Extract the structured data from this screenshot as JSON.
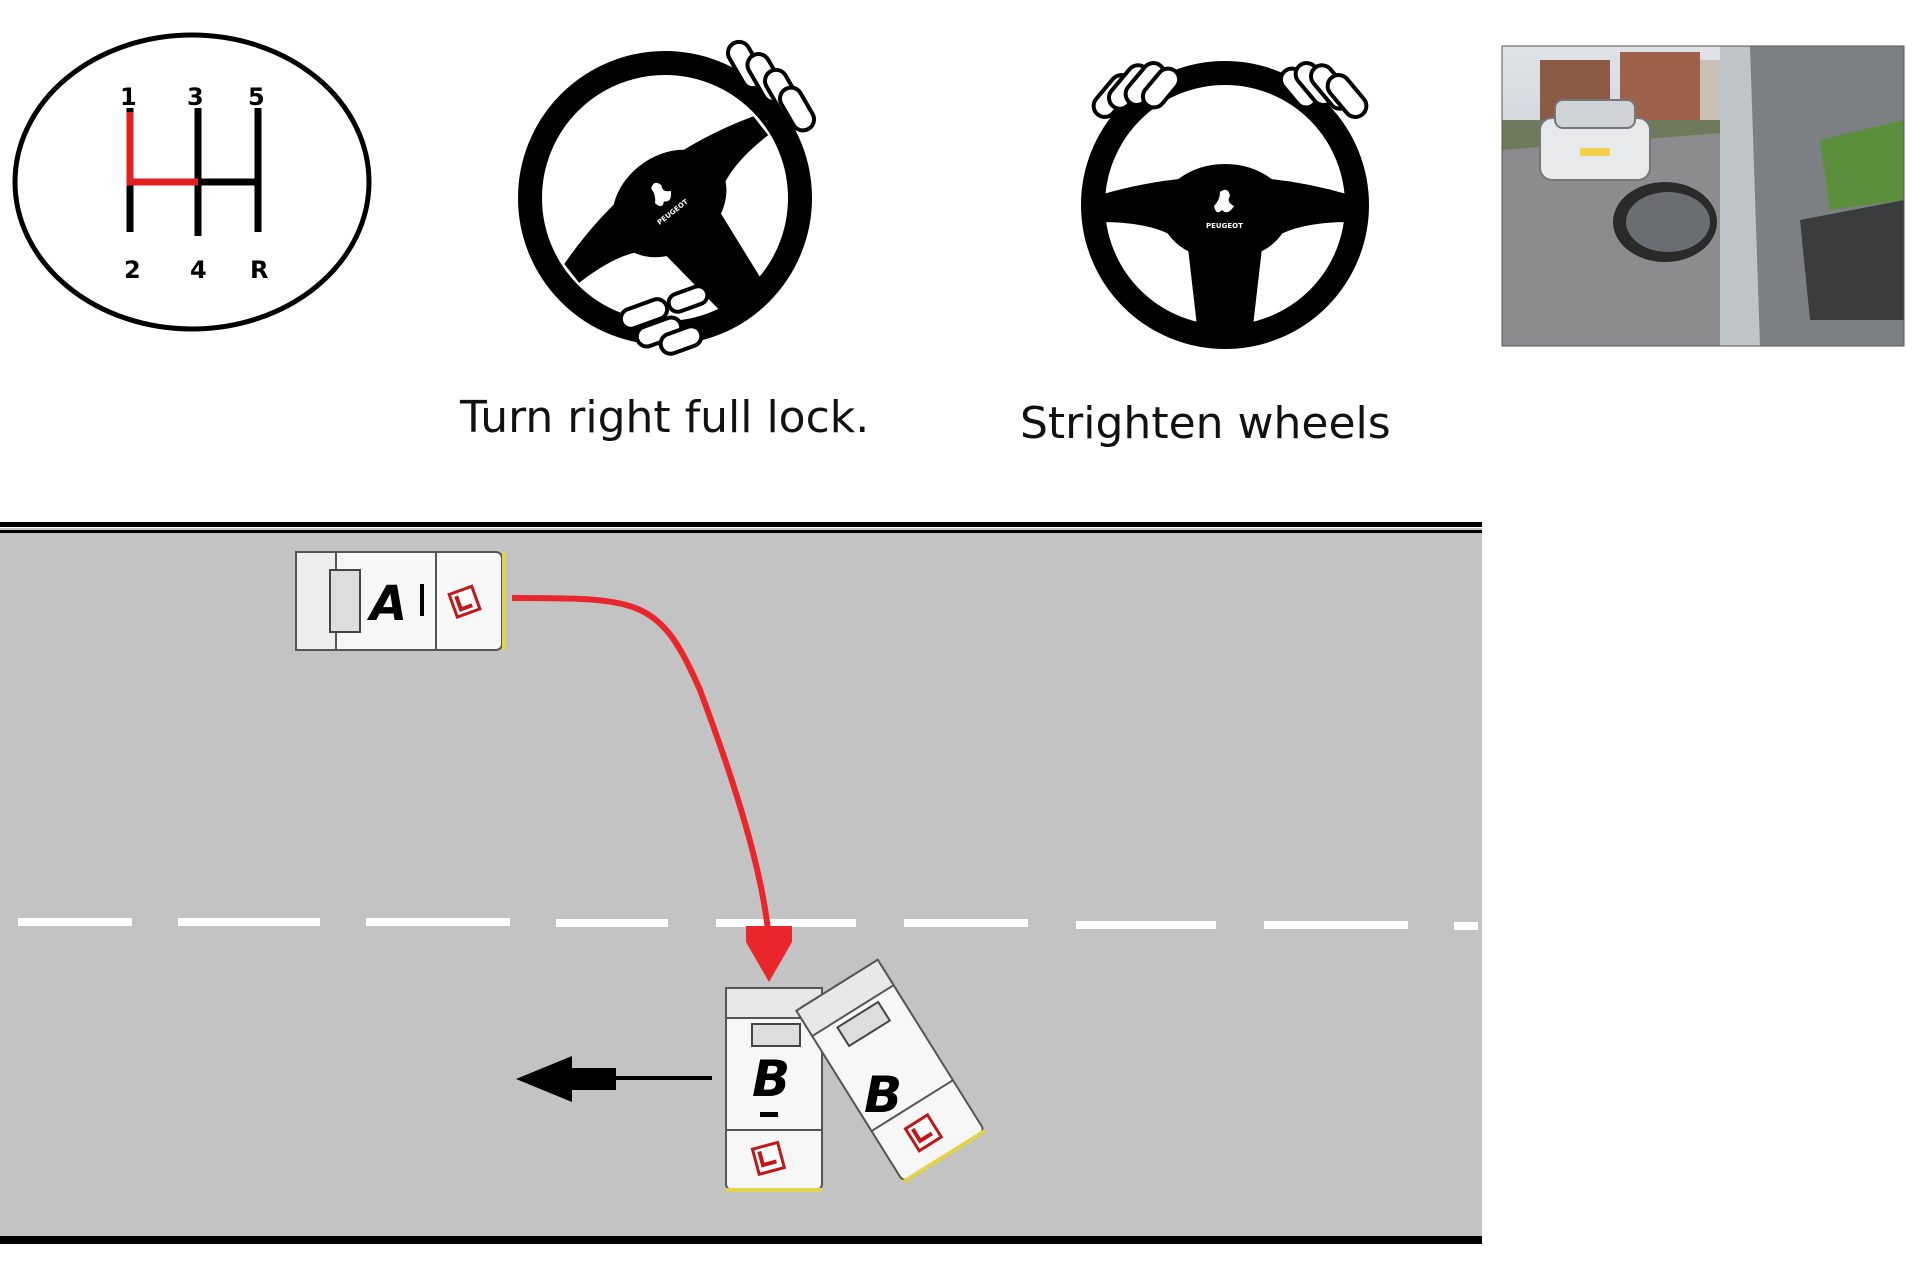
{
  "gear_diagram": {
    "top_gears": [
      "1",
      "3",
      "5"
    ],
    "bottom_gears": [
      "2",
      "4",
      "R"
    ],
    "highlight_color": "#e02020"
  },
  "steering_right": {
    "caption": "Turn right full lock.",
    "logo_text": "PEUGEOT"
  },
  "steering_straight": {
    "caption": "Strighten wheels",
    "logo_text": "PEUGEOT"
  },
  "road": {
    "car_a_label": "A",
    "car_b_label": "B",
    "car_b2_label": "B",
    "path_color": "#e8262b",
    "road_color": "#c3c3c3"
  }
}
